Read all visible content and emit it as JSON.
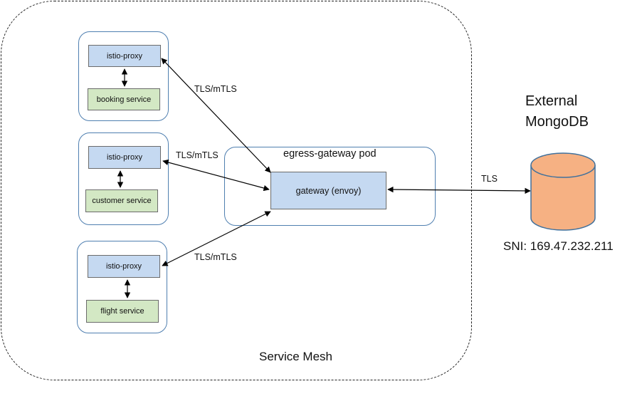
{
  "mesh": {
    "label": "Service Mesh"
  },
  "pods": [
    {
      "proxy": "istio-proxy",
      "service": "booking service",
      "link": "TLS/mTLS"
    },
    {
      "proxy": "istio-proxy",
      "service": "customer service",
      "link": "TLS/mTLS"
    },
    {
      "proxy": "istio-proxy",
      "service": "flight service",
      "link": "TLS/mTLS"
    }
  ],
  "gateway_pod": {
    "title": "egress-gateway pod",
    "gateway_label": "gateway (envoy)"
  },
  "external": {
    "title_line1": "External",
    "title_line2": "MongoDB",
    "link": "TLS",
    "sni": "SNI: 169.47.232.211"
  },
  "colors": {
    "proxy_fill": "#c5d9f1",
    "service_fill": "#d3e8c4",
    "db_fill": "#f6b183",
    "pod_border": "#4f7fb0"
  }
}
